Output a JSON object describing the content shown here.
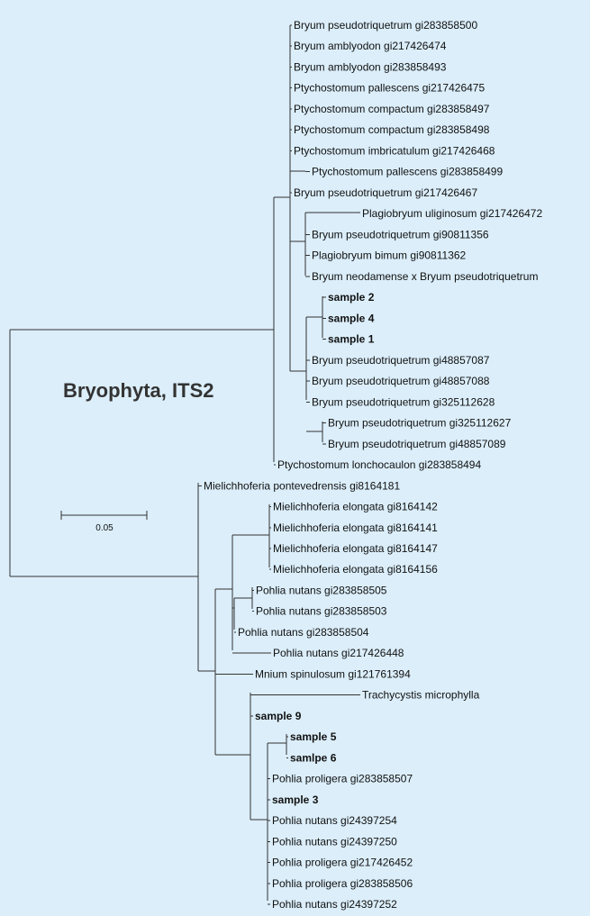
{
  "title": "Bryophyta, ITS2",
  "scale_bar": {
    "label": "0.05"
  },
  "taxa": [
    {
      "label": "Bryum pseudotriquetrum gi283858500",
      "bold": false
    },
    {
      "label": "Bryum amblyodon gi217426474",
      "bold": false
    },
    {
      "label": "Bryum amblyodon gi283858493",
      "bold": false
    },
    {
      "label": "Ptychostomum pallescens gi217426475",
      "bold": false
    },
    {
      "label": "Ptychostomum compactum gi283858497",
      "bold": false
    },
    {
      "label": "Ptychostomum compactum gi283858498",
      "bold": false
    },
    {
      "label": "Ptychostomum imbricatulum gi217426468",
      "bold": false
    },
    {
      "label": "Ptychostomum pallescens gi283858499",
      "bold": false
    },
    {
      "label": "Bryum pseudotriquetrum gi217426467",
      "bold": false
    },
    {
      "label": "Plagiobryum uliginosum gi217426472",
      "bold": false
    },
    {
      "label": "Bryum pseudotriquetrum gi90811356",
      "bold": false
    },
    {
      "label": "Plagiobryum bimum gi90811362",
      "bold": false
    },
    {
      "label": "Bryum neodamense x Bryum pseudotriquetrum",
      "bold": false
    },
    {
      "label": "sample 2",
      "bold": true
    },
    {
      "label": "sample 4",
      "bold": true
    },
    {
      "label": "sample 1",
      "bold": true
    },
    {
      "label": "Bryum pseudotriquetrum gi48857087",
      "bold": false
    },
    {
      "label": "Bryum pseudotriquetrum gi48857088",
      "bold": false
    },
    {
      "label": "Bryum pseudotriquetrum gi325112628",
      "bold": false
    },
    {
      "label": "Bryum pseudotriquetrum gi325112627",
      "bold": false
    },
    {
      "label": "Bryum pseudotriquetrum gi48857089",
      "bold": false
    },
    {
      "label": "Ptychostomum lonchocaulon gi283858494",
      "bold": false
    },
    {
      "label": "Mielichhoferia pontevedrensis gi8164181",
      "bold": false
    },
    {
      "label": "Mielichhoferia elongata gi8164142",
      "bold": false
    },
    {
      "label": "Mielichhoferia elongata gi8164141",
      "bold": false
    },
    {
      "label": "Mielichhoferia elongata gi8164147",
      "bold": false
    },
    {
      "label": "Mielichhoferia elongata gi8164156",
      "bold": false
    },
    {
      "label": "Pohlia nutans gi283858505",
      "bold": false
    },
    {
      "label": "Pohlia nutans gi283858503",
      "bold": false
    },
    {
      "label": "Pohlia nutans gi283858504",
      "bold": false
    },
    {
      "label": "Pohlia nutans gi217426448",
      "bold": false
    },
    {
      "label": "Mnium spinulosum gi121761394",
      "bold": false
    },
    {
      "label": "Trachycystis microphylla",
      "bold": false
    },
    {
      "label": "sample 9",
      "bold": true
    },
    {
      "label": "sample 5",
      "bold": true
    },
    {
      "label": "samlpe 6",
      "bold": true
    },
    {
      "label": "Pohlia proligera gi283858507",
      "bold": false
    },
    {
      "label": "sample 3",
      "bold": true
    },
    {
      "label": "Pohlia nutans gi24397254",
      "bold": false
    },
    {
      "label": "Pohlia nutans gi24397250",
      "bold": false
    },
    {
      "label": "Pohlia proligera gi217426452",
      "bold": false
    },
    {
      "label": "Pohlia proligera gi283858506",
      "bold": false
    },
    {
      "label": "Pohlia nutans gi24397252",
      "bold": false
    }
  ]
}
